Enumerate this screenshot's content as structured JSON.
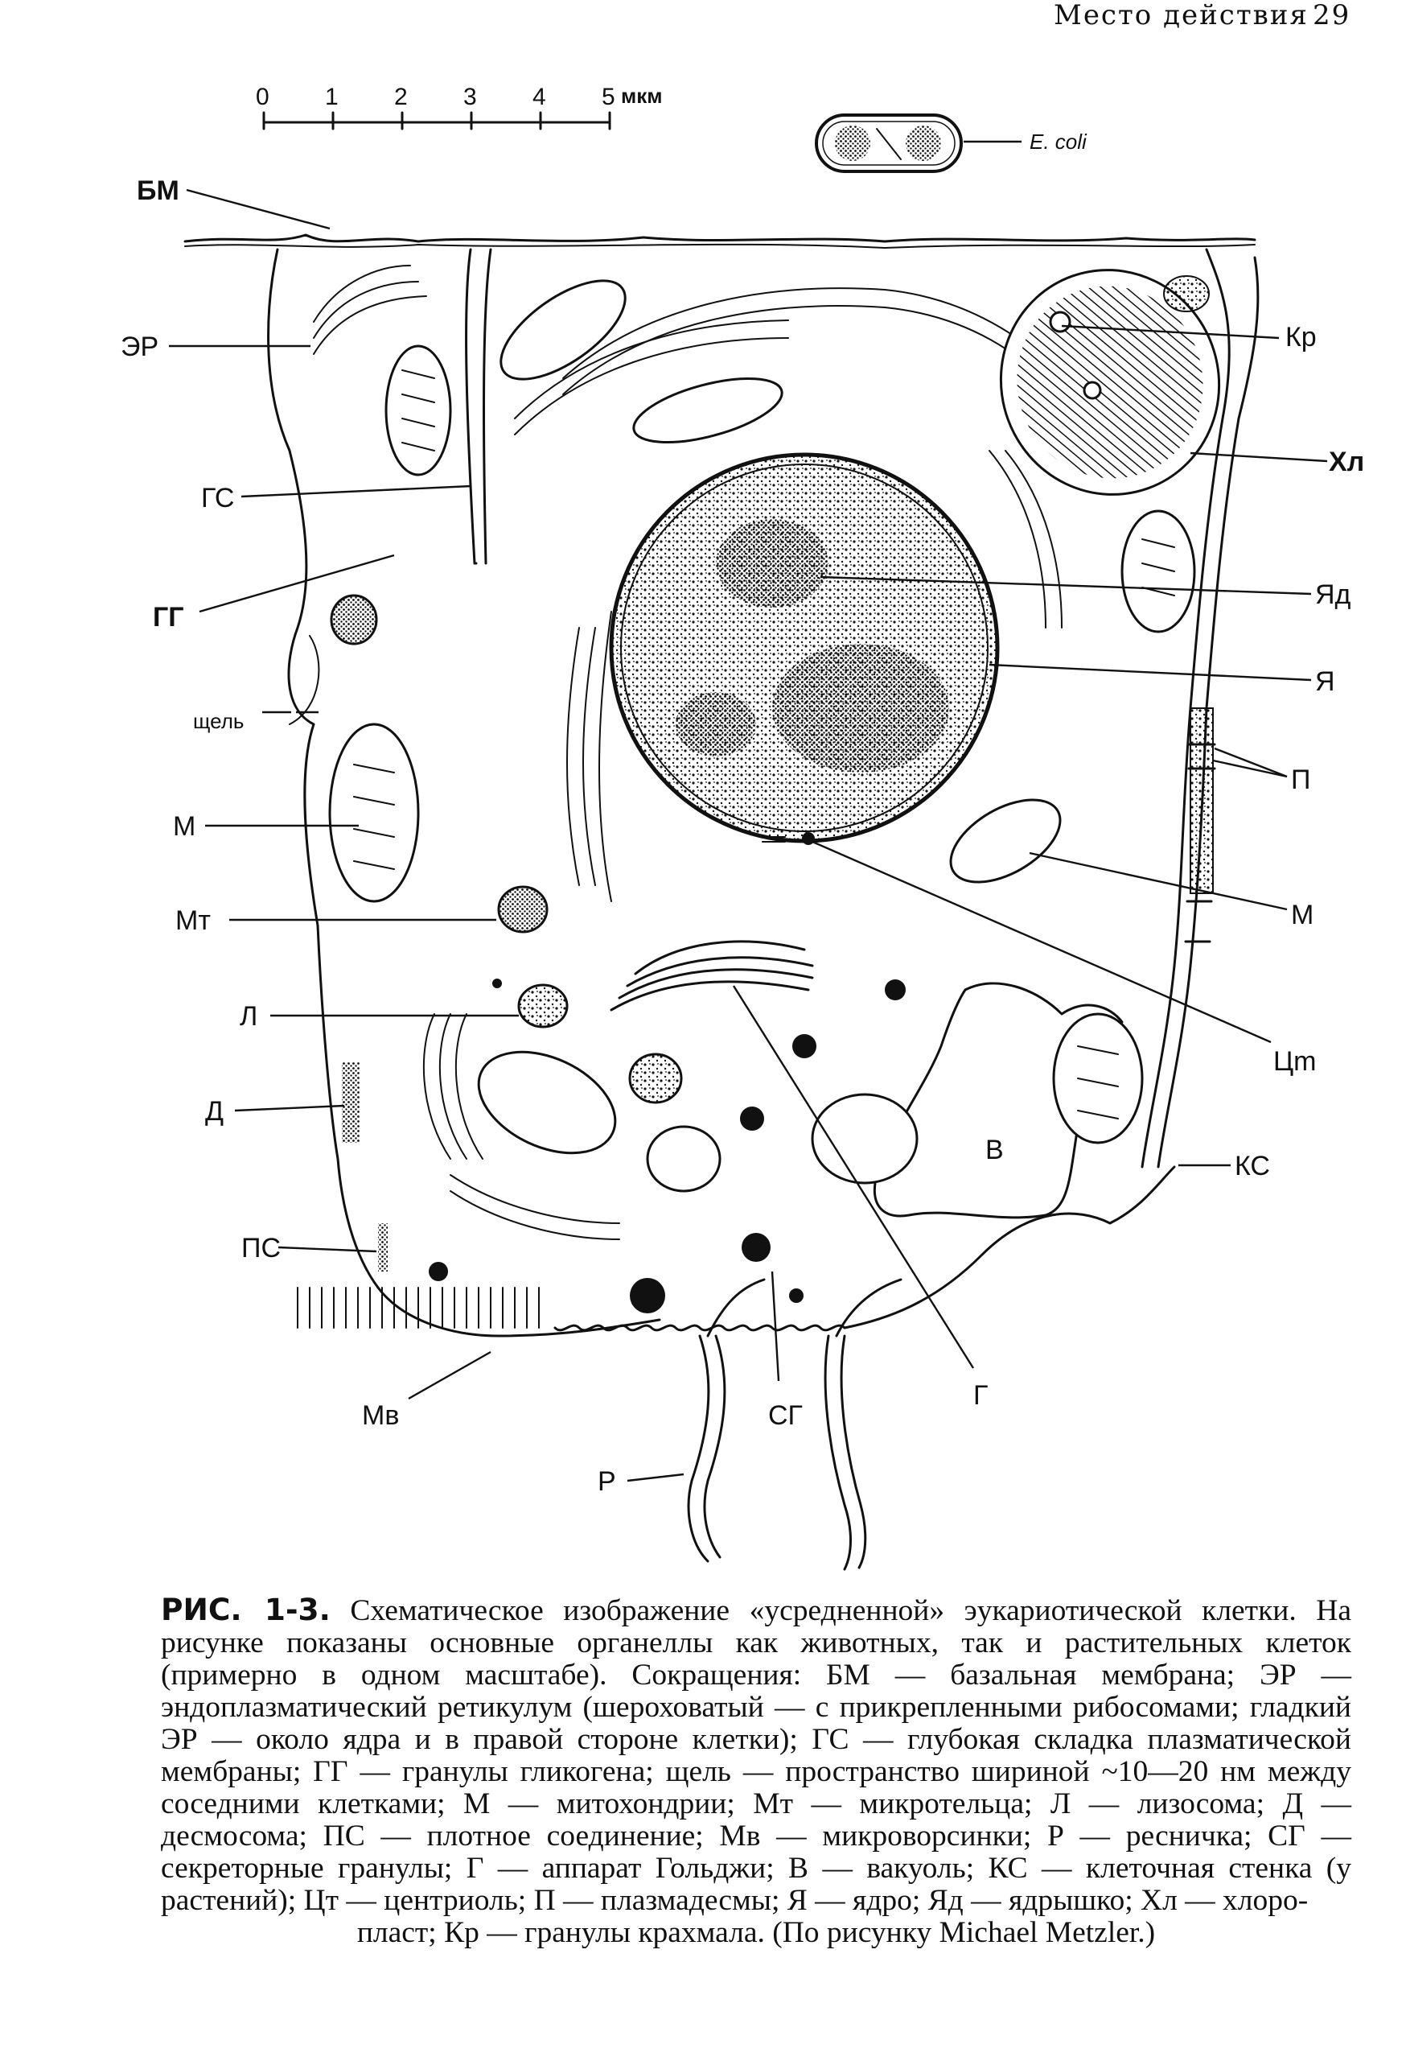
{
  "header": {
    "running_title": "Место действия",
    "page_mark": "29"
  },
  "scale_bar": {
    "ticks": [
      "0",
      "1",
      "2",
      "3",
      "4",
      "5"
    ],
    "unit": "мкм"
  },
  "labels": {
    "ecoli": "E. coli",
    "bm": "БМ",
    "er": "ЭР",
    "gs": "ГС",
    "gg": "ГГ",
    "shchel": "щель",
    "m_left": "М",
    "mt": "Мт",
    "l": "Л",
    "d": "Д",
    "ps": "ПС",
    "mv": "Мв",
    "r": "Р",
    "sg": "СГ",
    "g": "Г",
    "v": "В",
    "ks": "КС",
    "tsm": "Цm",
    "m_right": "М",
    "p": "П",
    "ya": "Я",
    "yad": "Яд",
    "khl": "Хл",
    "kr": "Кр"
  },
  "caption": {
    "figure_label": "РИС. 1-3.",
    "body": "Схематическое изображение «усредненной» эукариотической клетки. На рисунке показаны основные органеллы как животных, так и растительных клеток (примерно в одном масштабе). Сокращения: БМ — базальная мембрана; ЭР — эндоплазматический ретикулум (шероховатый — с прикрепленными рибосомами; гладкий ЭР — около ядра и в правой стороне клетки); ГС — глубокая складка плазматической мембраны; ГГ — гранулы гликогена; щель — пространство шириной ~10—20 нм между соседними клетками; М — митохондрии; Мт — микротельца; Л — лизосома; Д — десмосома; ПС — плотное соединение; Мв — микроворсинки; Р — ресничка; СГ — секреторные гранулы; Г — аппарат Гольджи; В — вакуоль; КС — клеточная стенка (у растений); Цт — центриоль; П — плазмадесмы; Я — ядро; Яд — ядрышко; Хл — хлоро-",
    "tail": "пласт; Кр — гранулы крахмала. (По рисунку Michael Metzler.)"
  }
}
